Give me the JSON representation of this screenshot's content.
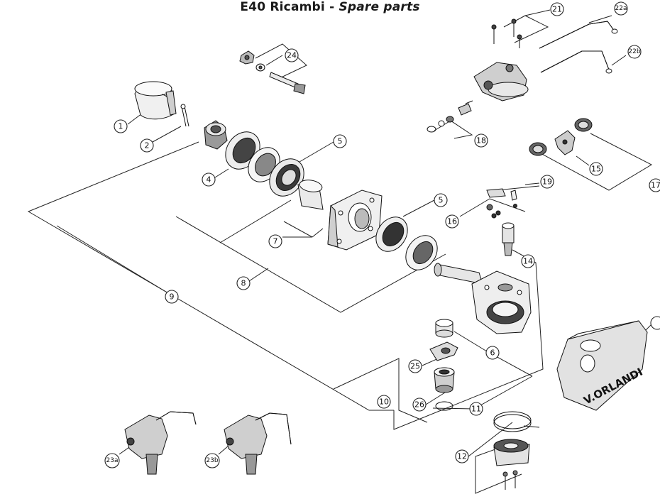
{
  "title": {
    "main": "E40 Ricambi",
    "separator": "-",
    "english": "Spare parts"
  },
  "brand_text": "V.ORLANDI",
  "callouts": [
    "1",
    "2",
    "4",
    "5",
    "5",
    "7",
    "8",
    "9",
    "6",
    "10",
    "25",
    "26",
    "11",
    "12",
    "14",
    "16",
    "19",
    "18",
    "21",
    "22a",
    "22b",
    "15",
    "17",
    "23a",
    "23b",
    "24"
  ],
  "colors": {
    "line": "#222222",
    "fill_light": "#f2f2f2",
    "fill_mid": "#bdbdbd",
    "fill_dark": "#4a4a4a"
  }
}
